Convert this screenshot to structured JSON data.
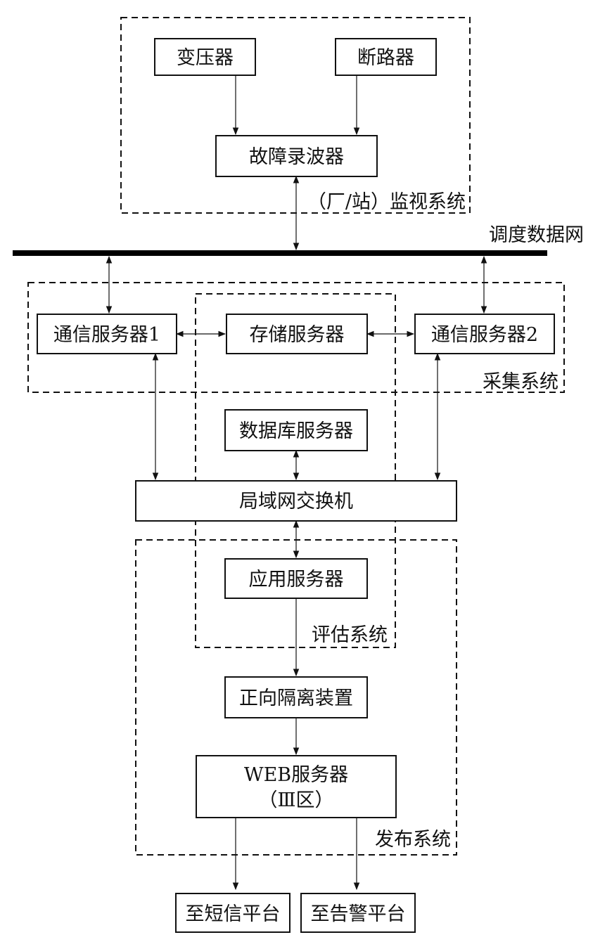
{
  "regions": {
    "monitor": "（厂/站）监视系统",
    "collect": "采集系统",
    "evaluate": "评估系统",
    "publish": "发布系统"
  },
  "network": "调度数据网",
  "nodes": {
    "transformer": "变压器",
    "breaker": "断路器",
    "recorder": "故障录波器",
    "comm1": "通信服务器1",
    "storage": "存储服务器",
    "comm2": "通信服务器2",
    "database": "数据库服务器",
    "switch": "局域网交换机",
    "app": "应用服务器",
    "isolator": "正向隔离装置",
    "web_line1": "WEB服务器",
    "web_line2": "（Ⅲ区）",
    "sms": "至短信平台",
    "alarm": "至告警平台"
  },
  "colors": {
    "stroke": "#111111",
    "background": "#ffffff"
  }
}
